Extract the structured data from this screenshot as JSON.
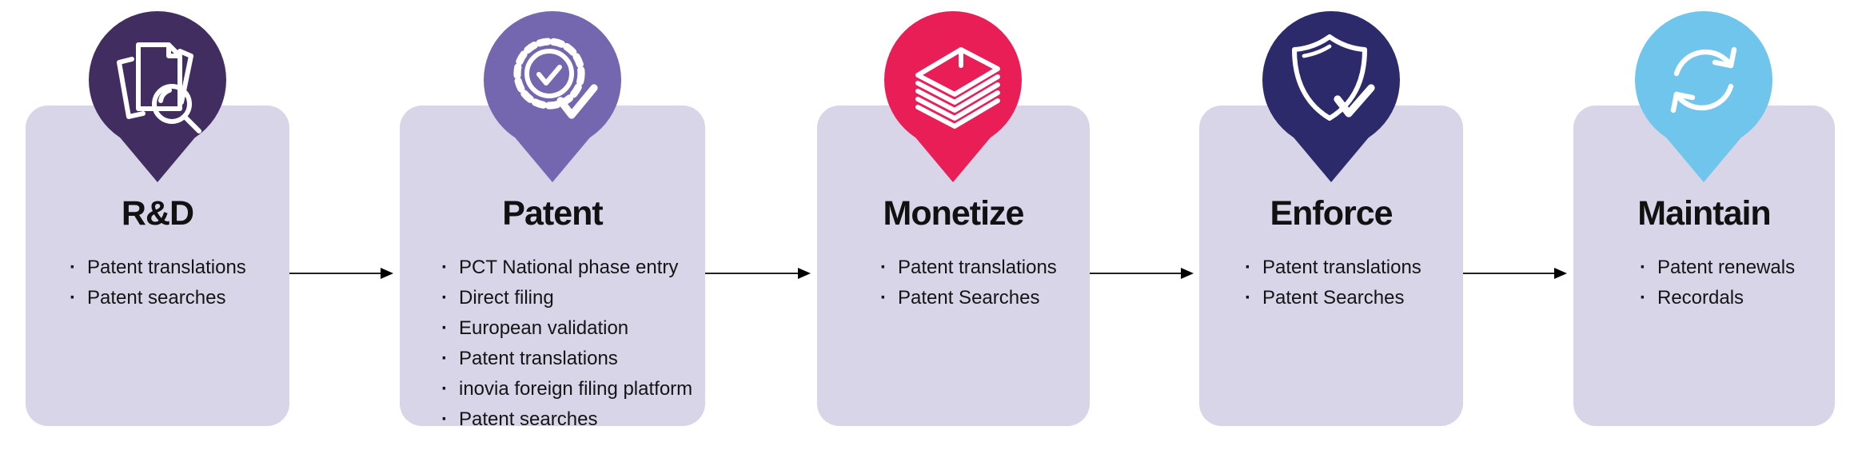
{
  "diagram": {
    "theme": {
      "background": "#ffffff",
      "card_background": "#d8d5e8",
      "title_color": "#111111",
      "bullet_text_color": "#141414",
      "arrow_color": "#000000",
      "icon_stroke_color": "#ffffff"
    },
    "stages": [
      {
        "title": "R&D",
        "color": "#422d61",
        "icon": "documents-search-icon",
        "items": [
          "Patent translations",
          "Patent searches"
        ]
      },
      {
        "title": "Patent",
        "color": "#7466af",
        "icon": "certified-badge-check-icon",
        "items": [
          "PCT National phase entry",
          "Direct filing",
          "European validation",
          "Patent translations",
          "inovia foreign filing platform",
          "Patent searches"
        ]
      },
      {
        "title": "Monetize",
        "color": "#e91e56",
        "icon": "money-stack-icon",
        "items": [
          "Patent translations",
          "Patent Searches"
        ]
      },
      {
        "title": "Enforce",
        "color": "#2c2a6b",
        "icon": "shield-check-icon",
        "items": [
          "Patent translations",
          "Patent Searches"
        ]
      },
      {
        "title": "Maintain",
        "color": "#70c5ec",
        "icon": "refresh-arrows-icon",
        "items": [
          "Patent renewals",
          "Recordals"
        ]
      }
    ]
  }
}
